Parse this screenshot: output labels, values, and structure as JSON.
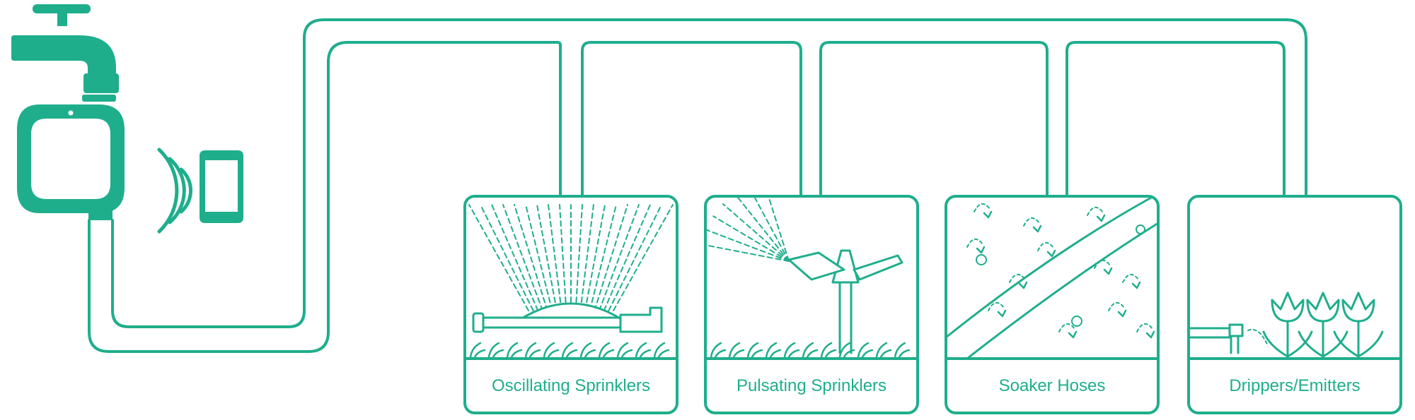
{
  "colors": {
    "accent": "#1fae8c",
    "background": "#ffffff"
  },
  "icons": {
    "faucet": "faucet-icon",
    "timer": "water-timer-icon",
    "wireless": "wireless-signal-icon",
    "phone": "smartphone-icon"
  },
  "panels": [
    {
      "label": "Oscillating Sprinklers",
      "icon": "oscillating-sprinkler-icon"
    },
    {
      "label": "Pulsating Sprinklers",
      "icon": "pulsating-sprinkler-icon"
    },
    {
      "label": "Soaker Hoses",
      "icon": "soaker-hose-icon"
    },
    {
      "label": "Drippers/Emitters",
      "icon": "dripper-emitter-icon"
    }
  ]
}
